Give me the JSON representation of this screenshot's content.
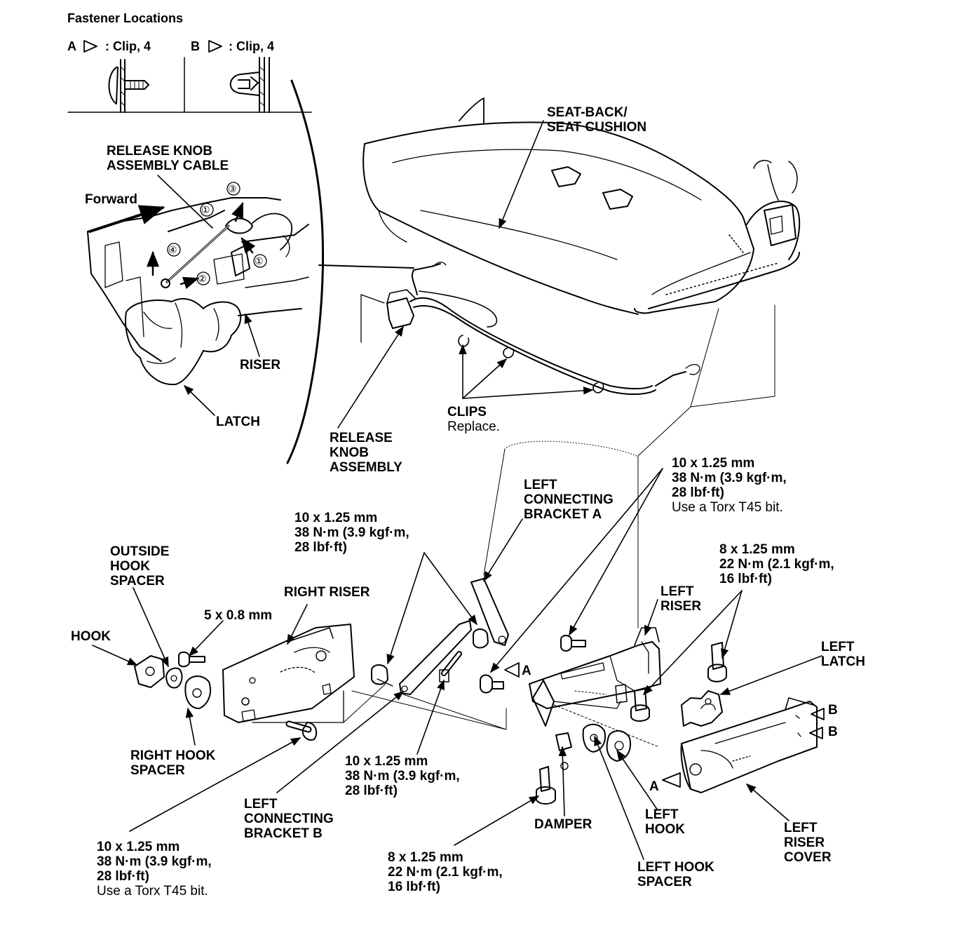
{
  "colors": {
    "ink": "#000000",
    "paper": "#ffffff"
  },
  "fastener_locations": {
    "title": "Fastener Locations",
    "a": {
      "letter": "A",
      "desc": ": Clip, 4"
    },
    "b": {
      "letter": "B",
      "desc": ": Clip, 4"
    }
  },
  "labels": {
    "seat_back_cushion": [
      "SEAT-BACK/",
      "SEAT CUSHION"
    ],
    "release_knob_cable": [
      "RELEASE KNOB",
      "ASSEMBLY CABLE"
    ],
    "forward": "Forward",
    "riser": "RISER",
    "latch": "LATCH",
    "release_knob_assembly": [
      "RELEASE",
      "KNOB",
      "ASSEMBLY"
    ],
    "clips": "CLIPS",
    "clips_note": "Replace.",
    "left_connecting_bracket_a": [
      "LEFT",
      "CONNECTING",
      "BRACKET A"
    ],
    "outside_hook_spacer": [
      "OUTSIDE",
      "HOOK",
      "SPACER"
    ],
    "right_riser": "RIGHT RISER",
    "hook": "HOOK",
    "right_hook_spacer": [
      "RIGHT HOOK",
      "SPACER"
    ],
    "left_connecting_bracket_b": [
      "LEFT",
      "CONNECTING",
      "BRACKET B"
    ],
    "damper": "DAMPER",
    "left_hook": [
      "LEFT",
      "HOOK"
    ],
    "left_hook_spacer": [
      "LEFT HOOK",
      "SPACER"
    ],
    "left_riser_cover": [
      "LEFT",
      "RISER",
      "COVER"
    ],
    "left_latch": [
      "LEFT",
      "LATCH"
    ],
    "left_riser": [
      "LEFT",
      "RISER"
    ],
    "callout_a": "A",
    "callout_b": "B"
  },
  "specs": {
    "bolt_5x08": "5 x 0.8 mm",
    "bracket_b_upper": [
      "10 x 1.25 mm",
      "38 N·m (3.9 kgf·m,",
      "28 lbf·ft)"
    ],
    "bracket_b_lower": [
      "10 x 1.25 mm",
      "38 N·m (3.9 kgf·m,",
      "28 lbf·ft)"
    ],
    "right_riser_bolt": [
      "10 x 1.25 mm",
      "38 N·m (3.9 kgf·m,",
      "28 lbf·ft)"
    ],
    "right_riser_bolt_note": "Use a Torx T45 bit.",
    "left_riser_bolt": [
      "10 x 1.25 mm",
      "38 N·m (3.9 kgf·m,",
      "28 lbf·ft)"
    ],
    "left_riser_bolt_note": "Use a Torx T45 bit.",
    "left_latch_bolt": [
      "8 x 1.25 mm",
      "22 N·m (2.1 kgf·m,",
      "16 lbf·ft)"
    ],
    "damper_bolt": [
      "8 x 1.25 mm",
      "22 N·m (2.1 kgf·m,",
      "16 lbf·ft)"
    ]
  },
  "steps": [
    "①",
    "②",
    "③",
    "④"
  ]
}
